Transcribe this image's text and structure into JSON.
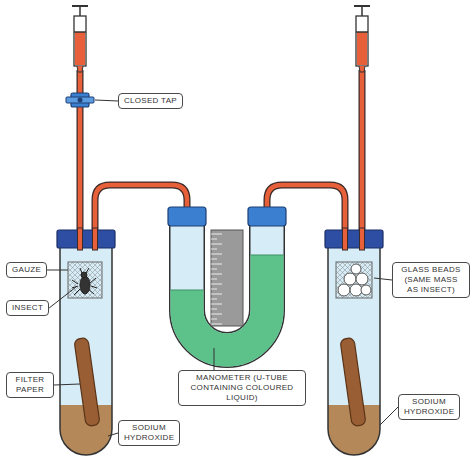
{
  "diagram": {
    "nodes": [
      {
        "text": [
          "CLOSED TAP"
        ]
      },
      {
        "text": [
          "GAUZE"
        ]
      },
      {
        "text": [
          "INSECT"
        ]
      },
      {
        "text": [
          "GLASS BEADS (SAME MASS AS INSECT)"
        ]
      },
      {
        "text": [
          "FILTER PAPER"
        ]
      },
      {
        "text": [
          "MANOMETER (U-TUBE CONTAINING COLOURED LIQUID)"
        ]
      },
      {
        "text": [
          "SODIUM HYDROXIDE"
        ]
      },
      {
        "text": [
          "SODIUM HYDROXIDE"
        ]
      }
    ]
  }
}
